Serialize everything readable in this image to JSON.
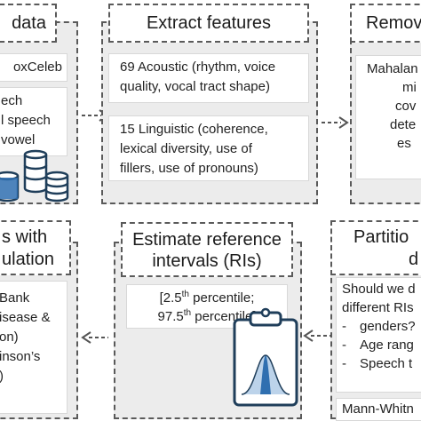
{
  "col1_top": {
    "title": "data",
    "card1": "oxCeleb",
    "card2_lines": [
      "ech",
      "l speech",
      "vowel"
    ]
  },
  "extract": {
    "title": "Extract features",
    "acoustic_lines": [
      "69 Acoustic (rhythm, voice",
      "quality, vocal tract shape)"
    ],
    "linguistic_lines": [
      "15 Linguistic (coherence,",
      "lexical diversity, use of",
      "fillers, use of pronouns)"
    ]
  },
  "remove": {
    "title": "Remov",
    "card_lines": [
      "Mahalan",
      "mi",
      "cov",
      "dete",
      "es"
    ]
  },
  "compare": {
    "title_lines": [
      "s with",
      "ulation"
    ],
    "card_lines": [
      "Bank",
      "isease &",
      "on)",
      "inson’s",
      ")"
    ]
  },
  "estimate": {
    "title_lines": [
      "Estimate reference",
      "intervals (RIs)"
    ],
    "p_lo_prefix": "[2.5",
    "p_lo_sup": "th",
    "p_lo_suffix": " percentile;",
    "p_hi_prefix": "97.5",
    "p_hi_sup": "th",
    "p_hi_suffix": " percentile]"
  },
  "partition": {
    "title_lines": [
      "Partitio",
      "d"
    ],
    "question_lines": [
      "Should we d",
      "different RIs"
    ],
    "bullets": [
      "genders?",
      "Age rang",
      "Speech t"
    ],
    "test": "Mann-Whitn"
  }
}
